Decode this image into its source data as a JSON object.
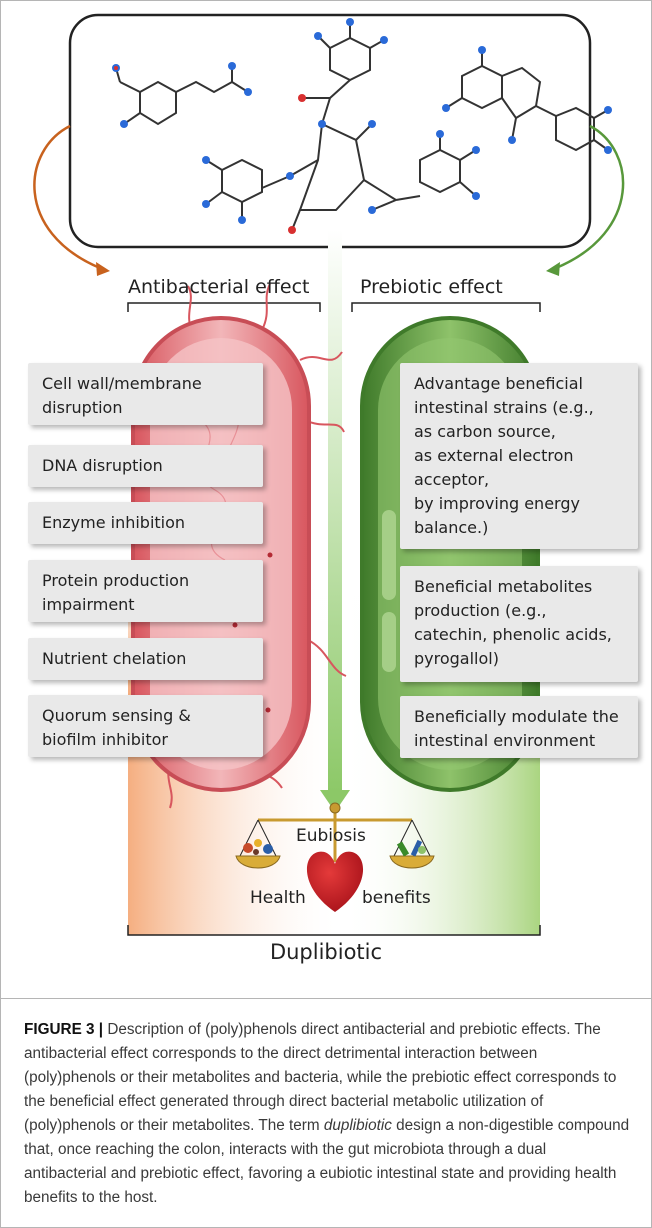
{
  "headers": {
    "antibacterial": "Antibacterial effect",
    "prebiotic": "Prebiotic effect"
  },
  "antibacterial_items": [
    [
      "Cell wall/membrane",
      "disruption"
    ],
    [
      "DNA disruption"
    ],
    [
      "Enzyme inhibition"
    ],
    [
      "Protein production",
      "impairment"
    ],
    [
      "Nutrient chelation"
    ],
    [
      "Quorum sensing &",
      "biofilm inhibitor"
    ]
  ],
  "prebiotic_items": [
    [
      "Advantage beneficial",
      "intestinal strains (e.g.,",
      "as carbon source,",
      "as external electron",
      "acceptor,",
      "by improving energy",
      "balance.)"
    ],
    [
      "Beneficial metabolites",
      "production (e.g.,",
      "catechin, phenolic acids,",
      "pyrogallol)"
    ],
    [
      "Beneficially modulate the",
      "intestinal environment"
    ]
  ],
  "eubiosis_label": "Eubiosis",
  "health_label": "Health",
  "benefits_label": "benefits",
  "duplibiotic_label": "Duplibiotic",
  "caption": {
    "figure_label": "FIGURE 3 |",
    "text_1": " Description of (poly)phenols direct antibacterial and prebiotic effects. The antibacterial effect corresponds to the direct detrimental interaction between (poly)phenols or their metabolites and bacteria, while the prebiotic effect corresponds to the beneficial effect generated through direct bacterial metabolic utilization of (poly)phenols or their metabolites. The term ",
    "term": "duplibiotic",
    "text_2": " design a non-digestible compound that, once reaching the colon, interacts with the gut microbiota through a dual antibacterial and prebiotic effect, favoring a eubiotic intestinal state and providing health benefits to the host."
  },
  "colors": {
    "antibacterial": "#e8828a",
    "prebiotic": "#5e9a43",
    "orange_arrow": "#c8621e",
    "green_arrow": "#58983b"
  }
}
